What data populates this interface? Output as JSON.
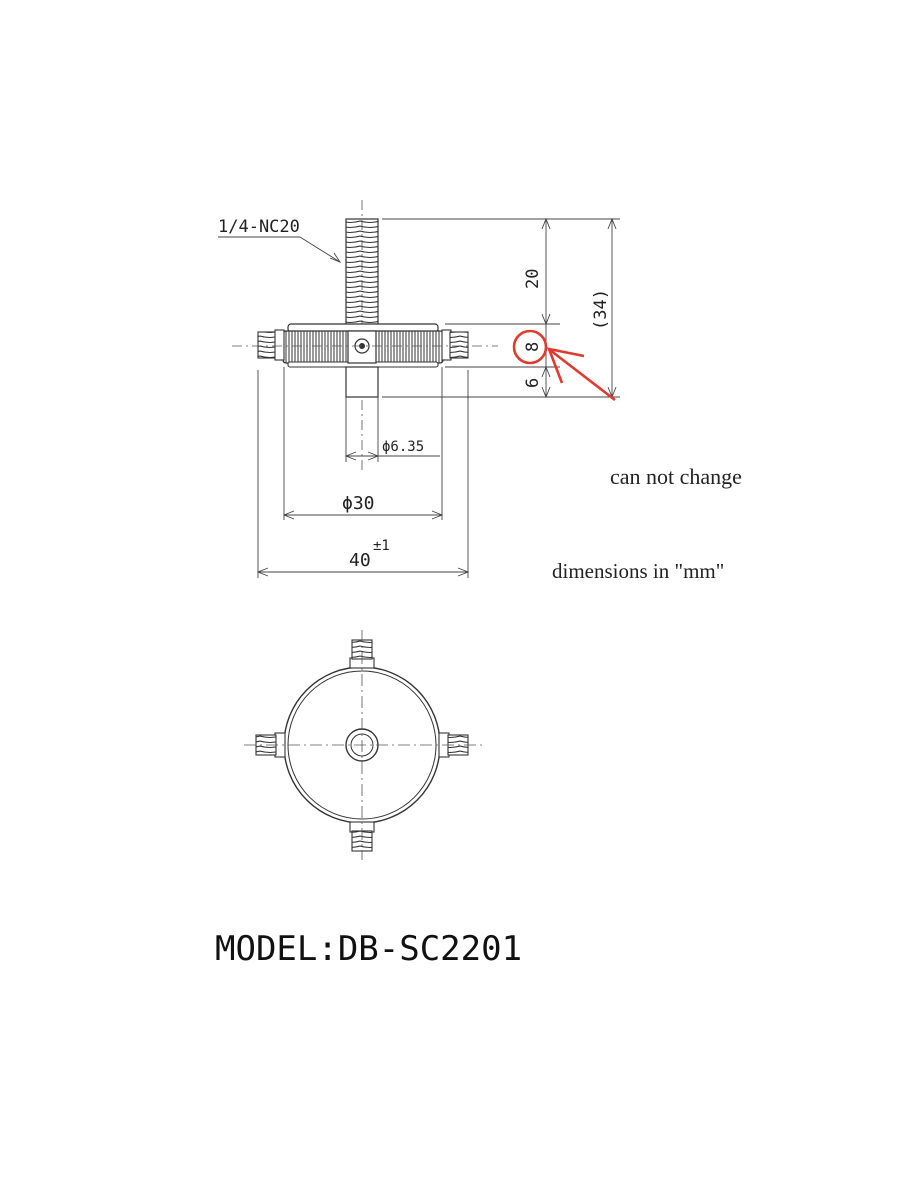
{
  "labels": {
    "thread_spec": "1/4-NC20",
    "dim_20": "20",
    "dim_34": "(34)",
    "dim_8": "8",
    "dim_6": "6",
    "dim_phi_635": "ϕ6.35",
    "dim_phi_30": "ϕ30",
    "dim_40": "40",
    "dim_40_tol": "±1",
    "note_can_not_change": "can not change",
    "note_units": "dimensions in \"mm\"",
    "model": "MODEL:DB-SC2201"
  },
  "colors": {
    "annotation_red": "#e03a2f",
    "line_dark": "#222222",
    "line_grey": "#555555"
  }
}
